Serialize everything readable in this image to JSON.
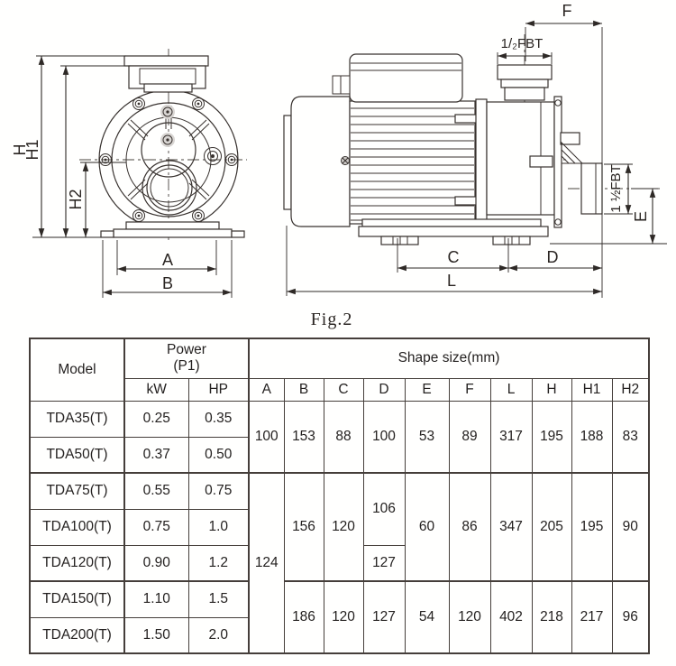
{
  "figure": {
    "caption": "Fig.2",
    "front": {
      "h": "H",
      "h1": "H1",
      "h2": "H2",
      "a": "A",
      "b": "B"
    },
    "side": {
      "f": "F",
      "c": "C",
      "d": "D",
      "l": "L",
      "e": "E",
      "top_port_label": "1/₂FBT",
      "side_port_label": "1 ½FBT"
    }
  },
  "table": {
    "headers": {
      "model": "Model",
      "power_line1": "Power",
      "power_line2": "(P1)",
      "kw": "kW",
      "hp": "HP",
      "shape": "Shape size(mm)",
      "dims": [
        "A",
        "B",
        "C",
        "D",
        "E",
        "F",
        "L",
        "H",
        "H1",
        "H2"
      ]
    },
    "rows": [
      {
        "model": "TDA35(T)",
        "kw": "0.25",
        "hp": "0.35"
      },
      {
        "model": "TDA50(T)",
        "kw": "0.37",
        "hp": "0.50"
      },
      {
        "model": "TDA75(T)",
        "kw": "0.55",
        "hp": "0.75"
      },
      {
        "model": "TDA100(T)",
        "kw": "0.75",
        "hp": "1.0"
      },
      {
        "model": "TDA120(T)",
        "kw": "0.90",
        "hp": "1.2"
      },
      {
        "model": "TDA150(T)",
        "kw": "1.10",
        "hp": "1.5"
      },
      {
        "model": "TDA200(T)",
        "kw": "1.50",
        "hp": "2.0"
      }
    ],
    "shape": {
      "g1": {
        "A": "100",
        "B": "153",
        "C": "88",
        "D": "100",
        "E": "53",
        "F": "89",
        "L": "317",
        "H": "195",
        "H1": "188",
        "H2": "83"
      },
      "g2": {
        "A": "124",
        "B": "156",
        "C": "120",
        "D_top": "106",
        "D_bottom": "127",
        "E": "60",
        "F": "86",
        "L": "347",
        "H": "205",
        "H1": "195",
        "H2": "90"
      },
      "g3": {
        "B": "186",
        "C": "120",
        "D": "127",
        "E": "54",
        "F": "120",
        "L": "402",
        "H": "218",
        "H1": "217",
        "H2": "96"
      }
    }
  },
  "colors": {
    "line": "#38322f",
    "text": "#262220",
    "border": "#453e3a"
  }
}
